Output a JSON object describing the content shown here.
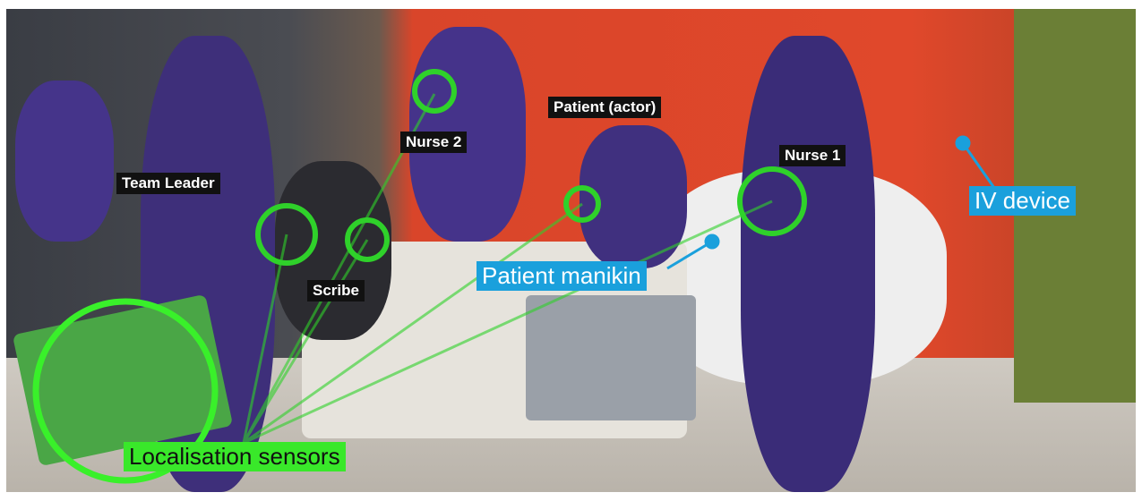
{
  "labels": {
    "team_leader": "Team Leader",
    "nurse_2": "Nurse 2",
    "patient_actor": "Patient (actor)",
    "nurse_1": "Nurse 1",
    "scribe": "Scribe",
    "iv_device": "IV device",
    "patient_manikin": "Patient manikin",
    "localisation_sensors": "Localisation sensors"
  },
  "colors": {
    "sensor_green": "#2fd12a",
    "device_blue": "#1aa0dc",
    "label_black": "#111111"
  }
}
